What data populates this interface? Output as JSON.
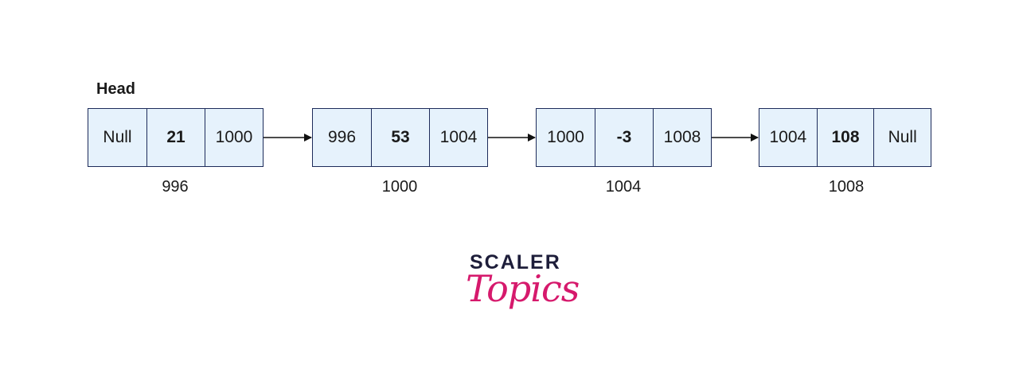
{
  "head_label": "Head",
  "nodes": [
    {
      "prev": "Null",
      "data": "21",
      "next": "1000",
      "address": "996"
    },
    {
      "prev": "996",
      "data": "53",
      "next": "1004",
      "address": "1000"
    },
    {
      "prev": "1000",
      "data": "-3",
      "next": "1008",
      "address": "1004"
    },
    {
      "prev": "1004",
      "data": "108",
      "next": "Null",
      "address": "1008"
    }
  ],
  "logo": {
    "top": "SCALER",
    "bottom": "Topics"
  },
  "colors": {
    "node_fill": "#e6f2fc",
    "node_border": "#1d2b5a",
    "brand_pink": "#d6196c",
    "brand_dark": "#1e1e3a"
  }
}
